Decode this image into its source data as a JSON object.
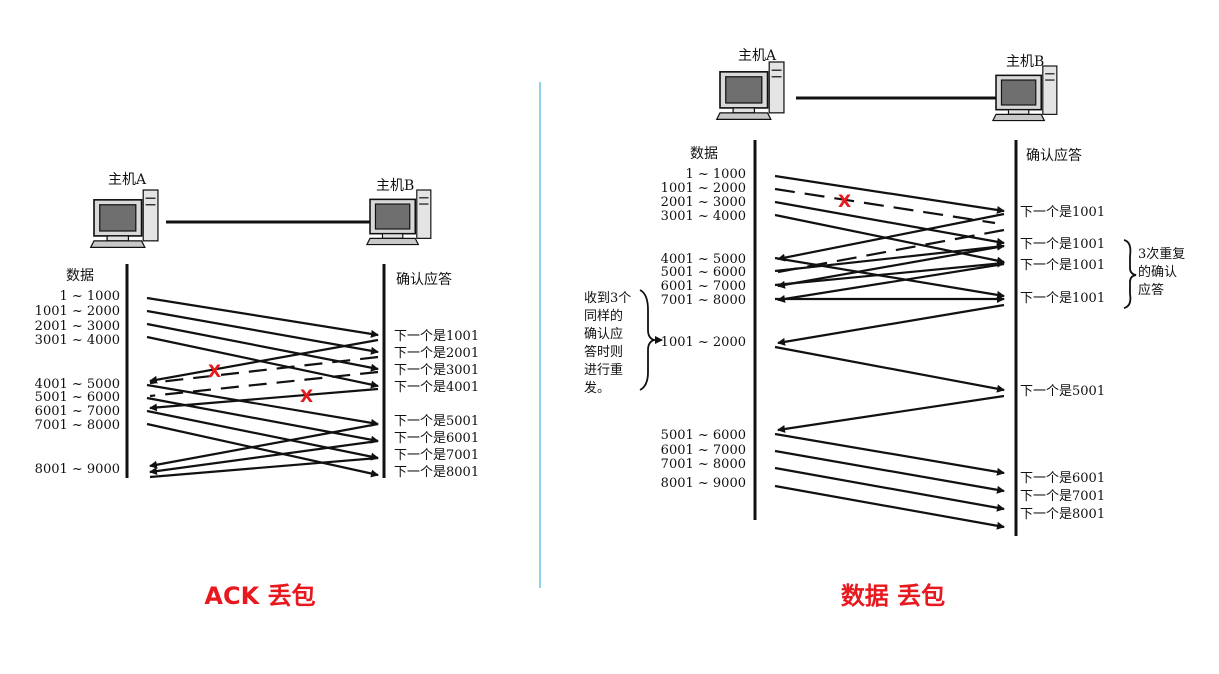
{
  "divider_color": "#8fd3e8",
  "accent_color": "#e8191e",
  "left": {
    "host_a": "主机A",
    "host_b": "主机B",
    "data_header": "数据",
    "ack_header": "确认应答",
    "segments": [
      "1 ~ 1000",
      "1001 ~ 2000",
      "2001 ~ 3000",
      "3001 ~ 4000",
      "4001 ~ 5000",
      "5001 ~ 6000",
      "6001 ~ 7000",
      "7001 ~ 8000",
      "8001 ~ 9000"
    ],
    "acks": [
      "下一个是1001",
      "下一个是2001",
      "下一个是3001",
      "下一个是4001",
      "下一个是5001",
      "下一个是6001",
      "下一个是7001",
      "下一个是8001"
    ],
    "lost_marks": [
      "X",
      "X"
    ],
    "caption": "ACK 丢包"
  },
  "right": {
    "host_a": "主机A",
    "host_b": "主机B",
    "data_header": "数据",
    "ack_header": "确认应答",
    "segments_top": [
      "1 ~ 1000",
      "1001 ~ 2000",
      "2001 ~ 3000",
      "3001 ~ 4000"
    ],
    "segments_mid": [
      "4001 ~ 5000",
      "5001 ~ 6000",
      "6001 ~ 7000",
      "7001 ~ 8000"
    ],
    "resend": "1001 ~ 2000",
    "segments_bottom": [
      "5001 ~ 6000",
      "6001 ~ 7000",
      "7001 ~ 8000",
      "8001 ~ 9000"
    ],
    "acks_dup": [
      "下一个是1001",
      "下一个是1001",
      "下一个是1001",
      "下一个是1001"
    ],
    "ack_5001": "下一个是5001",
    "acks_final": [
      "下一个是6001",
      "下一个是7001",
      "下一个是8001"
    ],
    "dup_note": [
      "3次重复",
      "的确认",
      "应答"
    ],
    "resend_note": [
      "收到3个",
      "同样的",
      "确认应",
      "答时则",
      "进行重",
      "发。"
    ],
    "lost_mark": "X",
    "caption": "数据 丢包"
  }
}
